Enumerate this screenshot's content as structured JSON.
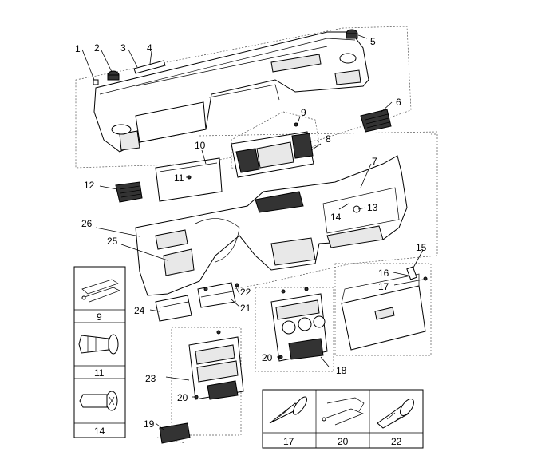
{
  "callouts": {
    "c1": "1",
    "c2": "2",
    "c3": "3",
    "c4": "4",
    "c5": "5",
    "c6": "6",
    "c7": "7",
    "c8": "8",
    "c9": "9",
    "c10": "10",
    "c11": "11",
    "c12": "12",
    "c13": "13",
    "c14": "14",
    "c15": "15",
    "c16": "16",
    "c17": "17",
    "c18": "18",
    "c19": "19",
    "c20a": "20",
    "c20b": "20",
    "c21": "21",
    "c22": "22",
    "c23": "23",
    "c24": "24",
    "c25": "25",
    "c26": "26"
  },
  "detail_panels": {
    "left": [
      "9",
      "11",
      "14"
    ],
    "bottom": [
      "17",
      "20",
      "22"
    ]
  }
}
